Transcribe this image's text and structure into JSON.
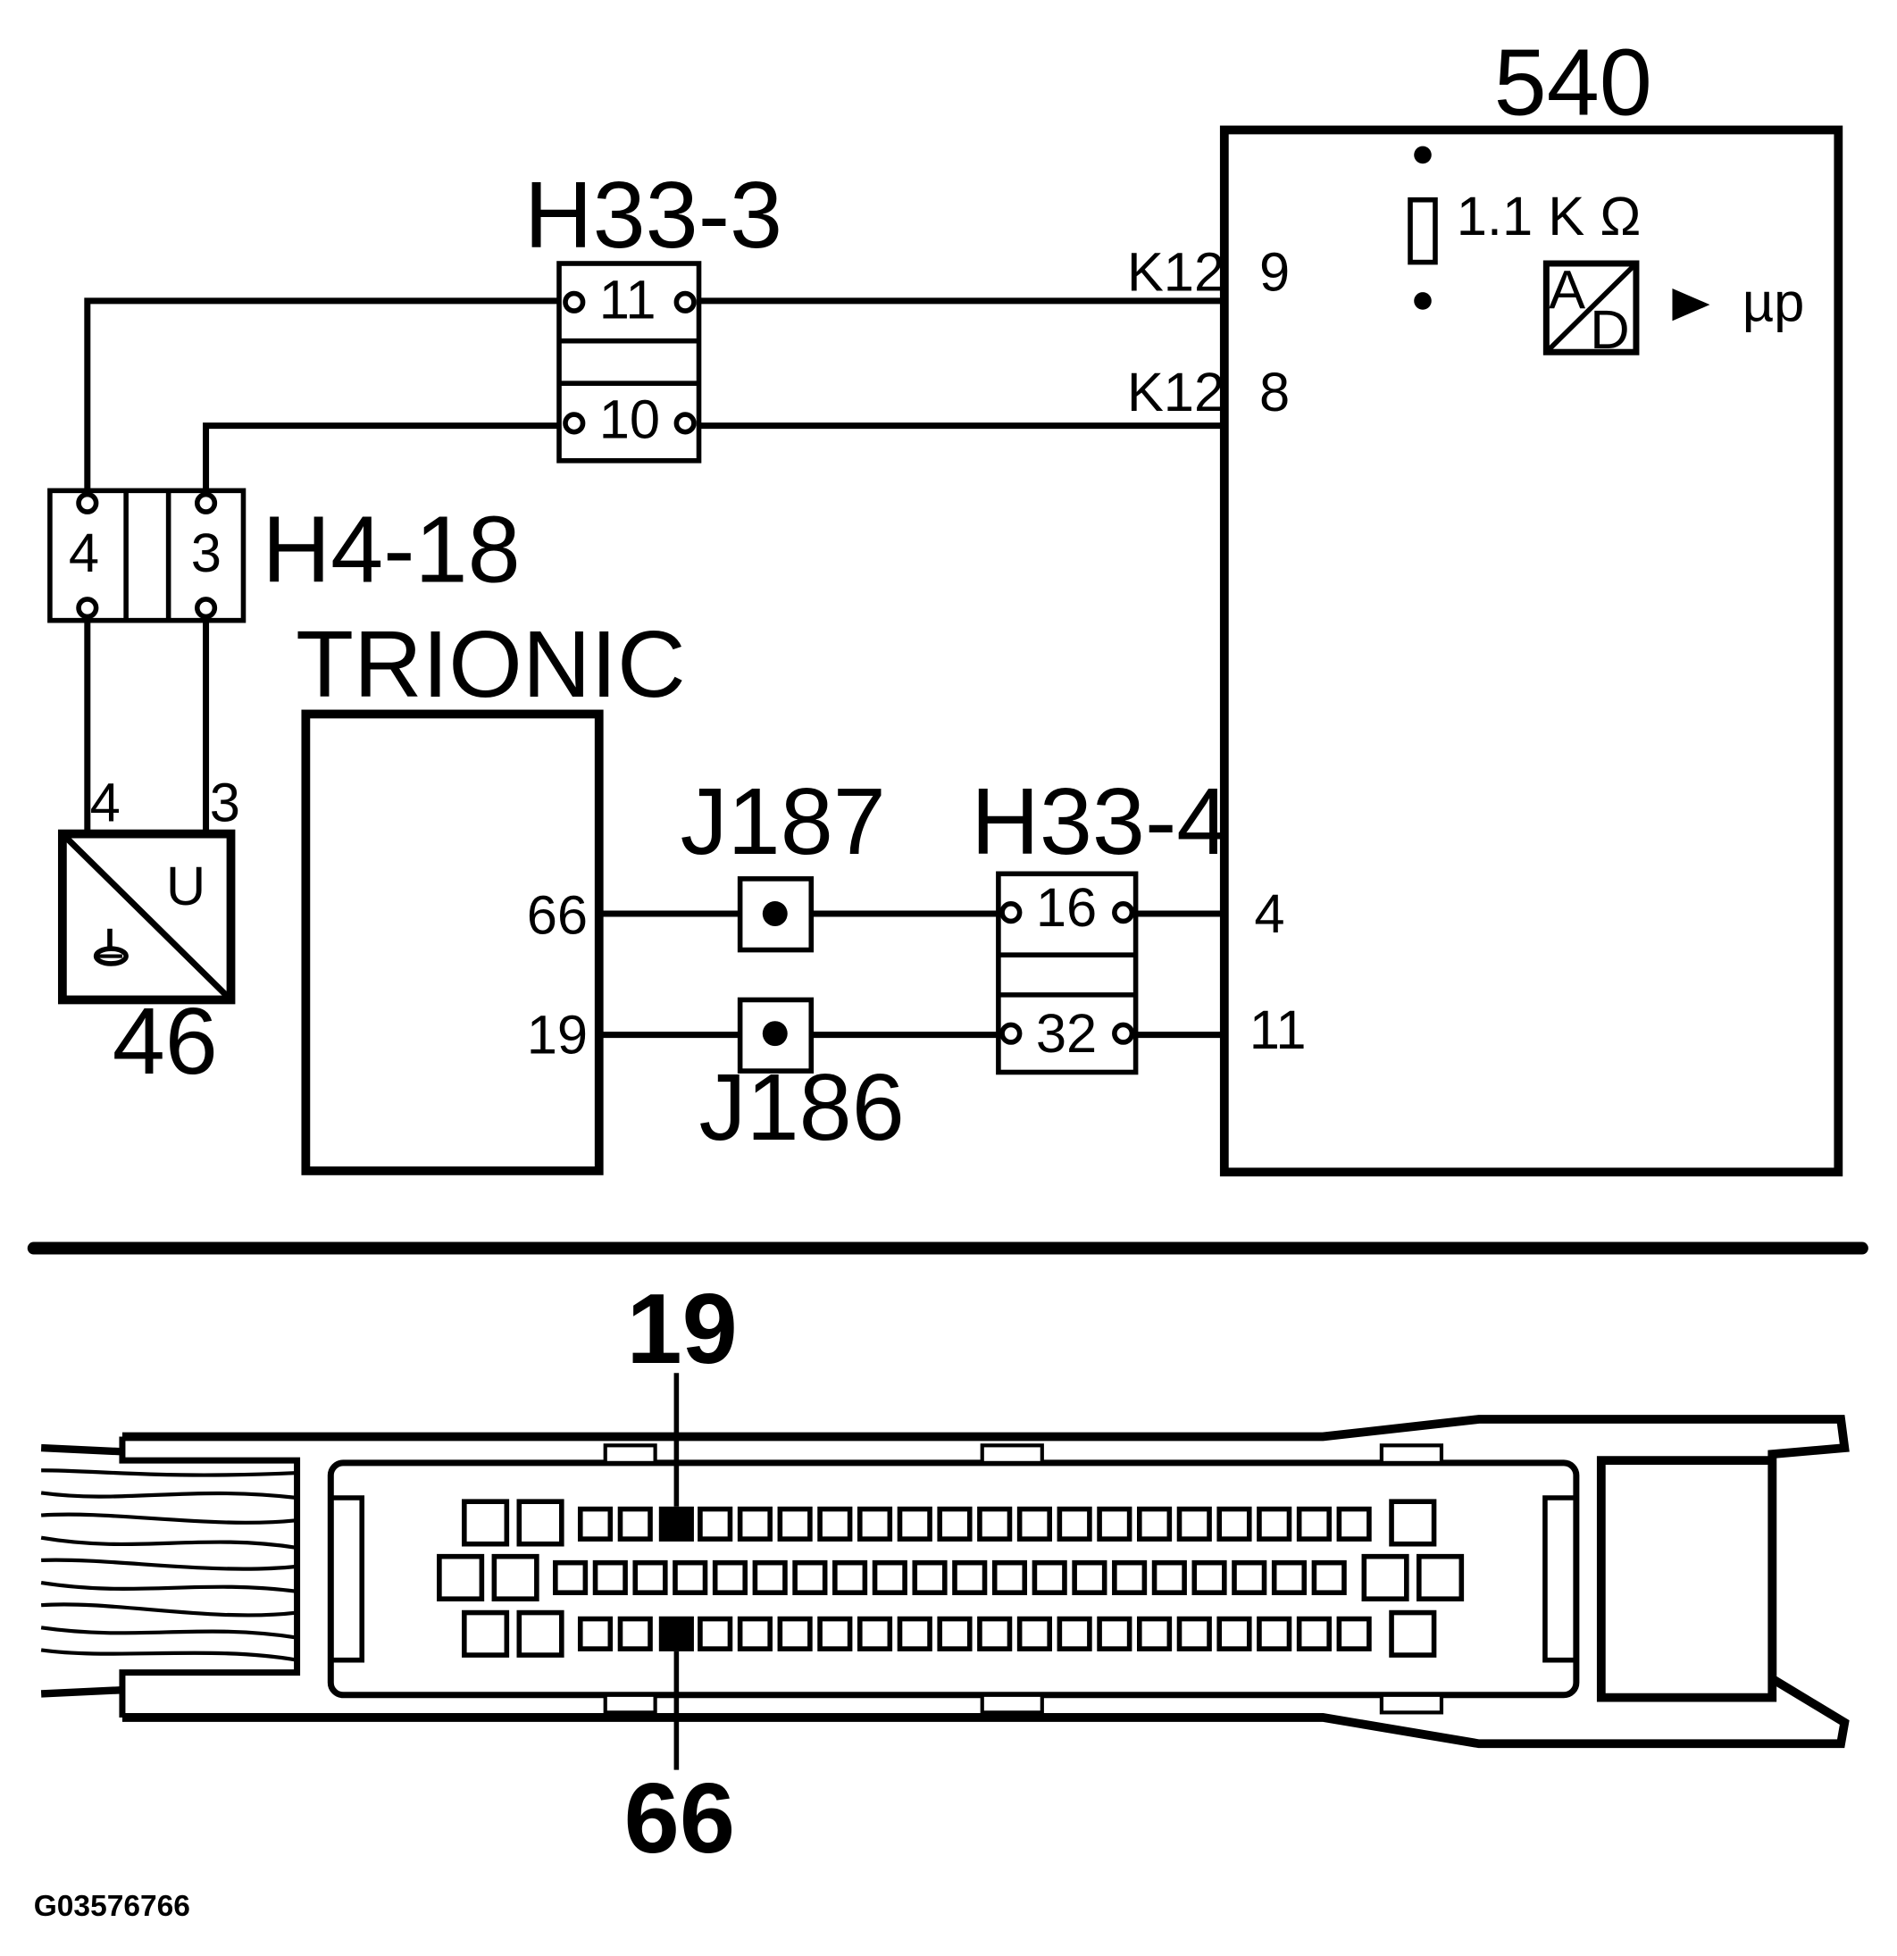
{
  "components": {
    "module_540": {
      "id": "540",
      "pin_top_a": "9",
      "pin_top_b": "8",
      "pin_bottom_a": "4",
      "pin_bottom_b": "11",
      "conn_a": "K12",
      "conn_b": "K12",
      "resistor": "1.1 K Ω",
      "ad_a": "A",
      "ad_d": "D",
      "output": "µp"
    },
    "h33_3": {
      "id": "H33-3",
      "pin_a": "11",
      "pin_b": "10"
    },
    "h4_18": {
      "id": "H4-18",
      "pin_a": "4",
      "pin_b": "3"
    },
    "trionic": {
      "id": "TRIONIC",
      "pin_a": "66",
      "pin_b": "19"
    },
    "j187": {
      "id": "J187"
    },
    "j186": {
      "id": "J186"
    },
    "h33_4": {
      "id": "H33-4",
      "pin_a": "16",
      "pin_b": "32"
    },
    "sensor_46": {
      "id": "46",
      "pin_a": "4",
      "pin_b": "3",
      "symbol": "U"
    }
  },
  "connector_view": {
    "top_pin": "19",
    "bottom_pin": "66"
  },
  "figure_ref": "G03576766"
}
